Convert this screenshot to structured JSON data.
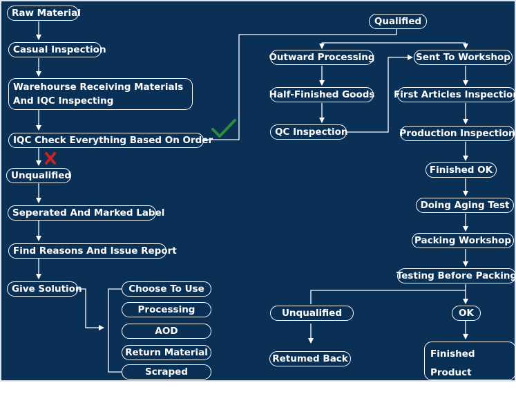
{
  "nodes": {
    "raw_material": "Raw Material",
    "casual_inspection": "Casual Inspection",
    "warehouse_receiving": "Warehourse Receiving Materials And IQC Inspecting",
    "iqc_check": "IQC Check Everything Based On Order",
    "unqualified_left": "Unqualified",
    "separated_marked": "Seperated And Marked Label",
    "find_reasons": "Find Reasons And Issue Report",
    "give_solution": "Give Solution",
    "choose_to_use": "Choose To Use",
    "processing": "Processing",
    "aod": "AOD",
    "return_material": "Return Material",
    "scraped": "Scraped",
    "qualified": "Qualified",
    "outward_processing": "Outward Processing",
    "half_finished": "Half-Finished Goods",
    "qc_inspection": "QC Inspection",
    "sent_to_workshop": "Sent To Workshop",
    "first_articles": "First Articles Inspection",
    "production_inspection": "Production Inspection",
    "finished_ok": "Finished OK",
    "aging_test": "Doing Aging Test",
    "packing_workshop": "Packing Workshop",
    "testing_before_packing": "Testing Before Packing",
    "unqualified_right": "Unqualified",
    "ok": "OK",
    "returned_back": "Retumed Back",
    "finished_product_warehouse": "Finished Product Warehouse"
  },
  "marks": {
    "pass_icon": "check-icon",
    "fail_icon": "cross-icon",
    "pass_color": "#2e8b3a",
    "fail_color": "#cc2222",
    "background_color": "#0b3055",
    "line_color": "#ffffff"
  }
}
